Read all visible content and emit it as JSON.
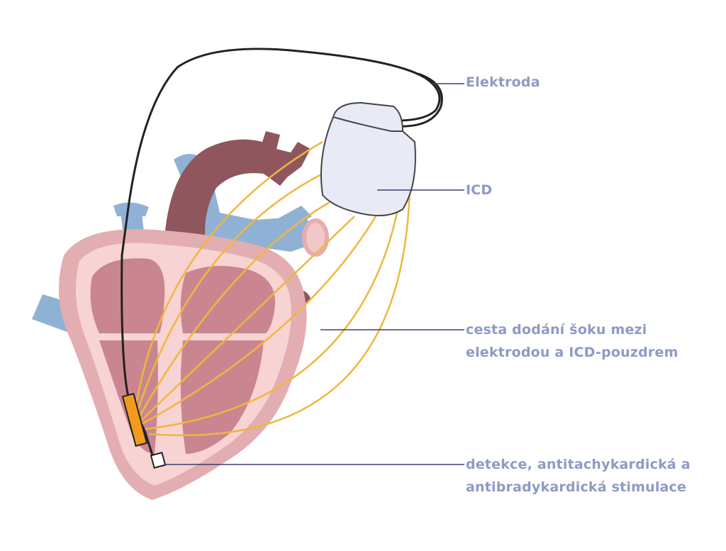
{
  "labels": {
    "electrode": "Elektroda",
    "icd": "ICD",
    "shock_path": [
      "cesta dodání šoku mezi",
      "elektrodou a ICD-pouzdrem"
    ],
    "detection": [
      "detekce, antitachykardická a",
      "antibradykardická stimulace"
    ]
  },
  "colors": {
    "label": "#8e9ac4",
    "shock_path": "#f0b63e",
    "vessel_blue": "#8fb2d4",
    "aorta": "#8f565e",
    "heart_outer": "#e3aeb1",
    "heart_inner": "#f7d3d3",
    "chamber": "#c98690",
    "device": "#e8ebf6",
    "electrode_tip": "#f39a1c",
    "lead": "#222222"
  }
}
